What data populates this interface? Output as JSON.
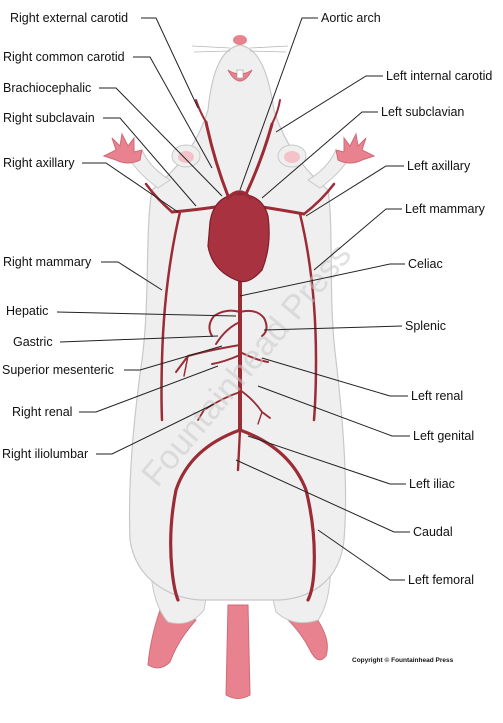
{
  "labels": {
    "right_external_carotid": "Right external carotid",
    "right_common_carotid": "Right common carotid",
    "brachiocephalic": "Brachiocephalic",
    "right_subclavain": "Right subclavain",
    "right_axillary": "Right axillary",
    "right_mammary": "Right mammary",
    "hepatic": "Hepatic",
    "gastric": "Gastric",
    "superior_mesenteric": "Superior mesenteric",
    "right_renal": "Right renal",
    "right_iliolumbar": "Right iliolumbar",
    "aortic_arch": "Aortic arch",
    "left_internal_carotid": "Left internal carotid",
    "left_subclavian": "Left subclavian",
    "left_axillary": "Left axillary",
    "left_mammary": "Left mammary",
    "celiac": "Celiac",
    "splenic": "Splenic",
    "left_renal": "Left renal",
    "left_genital": "Left genital",
    "left_iliac": "Left iliac",
    "caudal": "Caudal",
    "left_femoral": "Left femoral"
  },
  "watermark": "Fountainhead Press",
  "copyright": "Copyright © Fountainhead Press",
  "colors": {
    "body": "#efefef",
    "outline": "#c8c8c8",
    "artery": "#9b2c36",
    "heart": "#a8323f",
    "paw": "#e8828f"
  }
}
